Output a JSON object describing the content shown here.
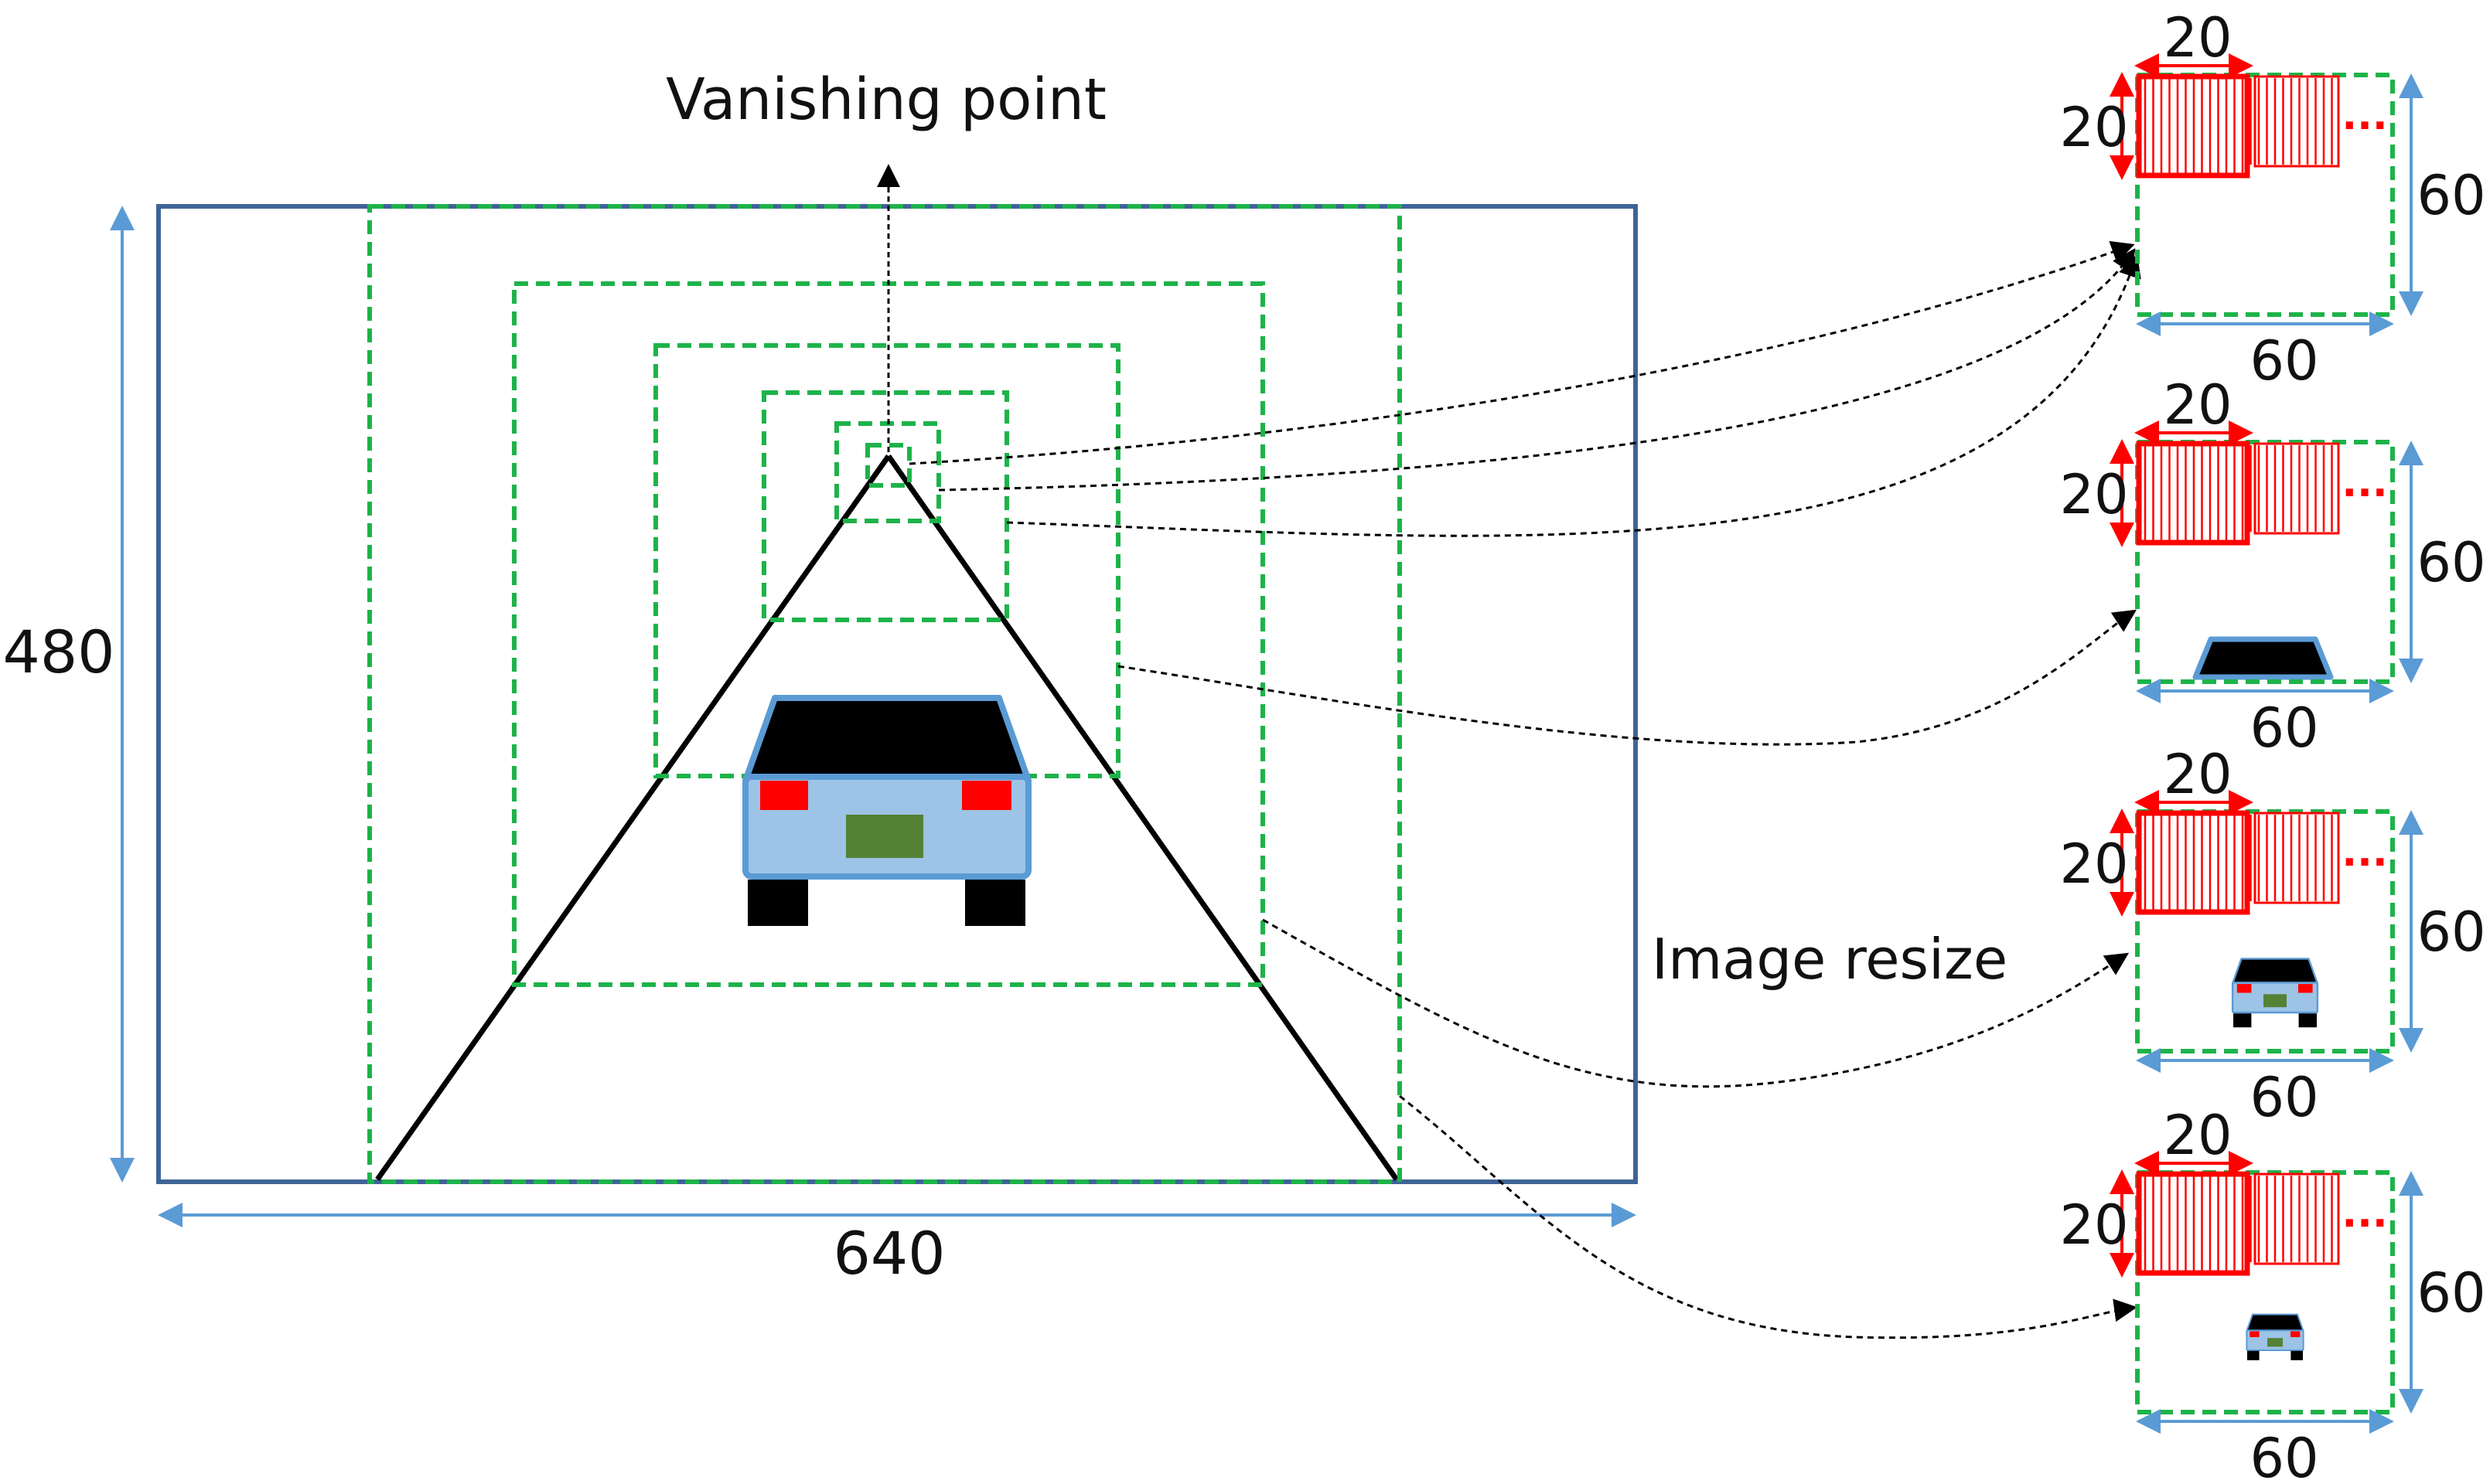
{
  "labels": {
    "vanishing_point": "Vanishing point",
    "image_resize": "Image resize",
    "frame_width": "640",
    "frame_height": "480"
  },
  "patches": [
    {
      "width_label": "60",
      "height_label": "60",
      "window_w_label": "20",
      "window_h_label": "20",
      "ellipsis": "...",
      "content": "none"
    },
    {
      "width_label": "60",
      "height_label": "60",
      "window_w_label": "20",
      "window_h_label": "20",
      "ellipsis": "...",
      "content": "car-partial"
    },
    {
      "width_label": "60",
      "height_label": "60",
      "window_w_label": "20",
      "window_h_label": "20",
      "ellipsis": "...",
      "content": "car-medium"
    },
    {
      "width_label": "60",
      "height_label": "60",
      "window_w_label": "20",
      "window_h_label": "20",
      "ellipsis": "...",
      "content": "car-small"
    }
  ],
  "colors": {
    "frame": "#3f6496",
    "dimension": "#5b9bd5",
    "roi_dashed": "#1db34a",
    "sliding_window": "#ff0000",
    "car_body": "#9dc3e6",
    "car_outline": "#5b9bd5",
    "taillight": "#ff0000",
    "plate": "#548235",
    "road": "#000000"
  }
}
